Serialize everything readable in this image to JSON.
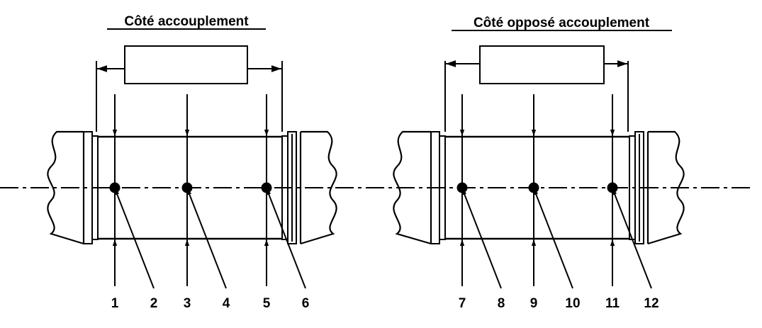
{
  "left_view": {
    "title": "Côté accouplement",
    "labels": [
      "1",
      "2",
      "3",
      "4",
      "5",
      "6"
    ]
  },
  "right_view": {
    "title": "Côté opposé accouplement",
    "labels": [
      "7",
      "8",
      "9",
      "10",
      "11",
      "12"
    ]
  },
  "colors": {
    "line": "#000000",
    "background": "#ffffff"
  }
}
